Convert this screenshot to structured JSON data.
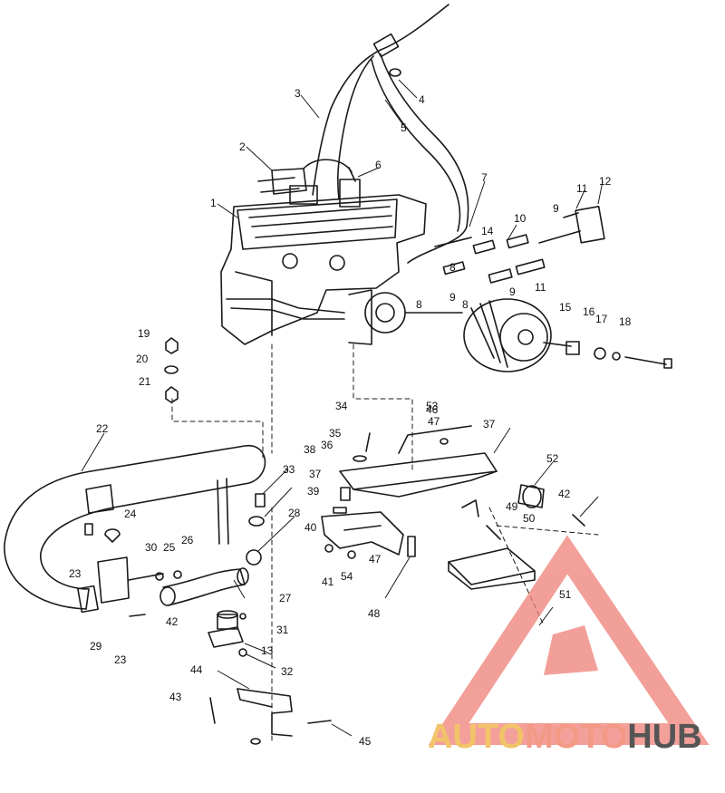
{
  "callouts": [
    "1",
    "2",
    "3",
    "4",
    "5",
    "6",
    "7",
    "8",
    "8",
    "8",
    "9",
    "9",
    "9",
    "10",
    "11",
    "11",
    "12",
    "13",
    "14",
    "15",
    "16",
    "17",
    "18",
    "19",
    "20",
    "21",
    "22",
    "23",
    "23",
    "24",
    "25",
    "26",
    "27",
    "28",
    "29",
    "30",
    "31",
    "32",
    "33",
    "34",
    "35",
    "36",
    "37",
    "37",
    "38",
    "39",
    "40",
    "41",
    "42",
    "42",
    "43",
    "44",
    "45",
    "46",
    "47",
    "47",
    "48",
    "49",
    "50",
    "51",
    "52",
    "53",
    "54"
  ],
  "watermark": {
    "part1": "AUTO",
    "part2": "MOTO",
    "part3": "HUB",
    "colors": {
      "auto": "#f2c46a",
      "moto": "#f39a86",
      "hub": "#555555",
      "logo": "#f08078"
    }
  },
  "colors": {
    "ink": "#1a1a1a",
    "background": "#ffffff"
  }
}
